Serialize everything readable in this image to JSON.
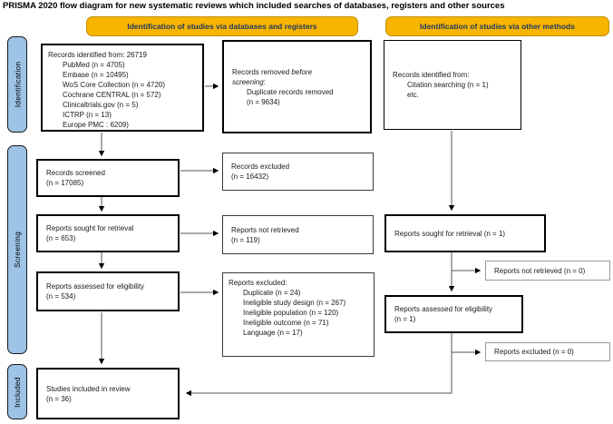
{
  "title": "PRISMA 2020 flow diagram for new systematic reviews which included searches of databases, registers and other sources",
  "headers": {
    "databases": "Identification of studies via databases and registers",
    "other": "Identification of studies via other methods"
  },
  "stages": {
    "identification": "Identification",
    "screening": "Screening",
    "included": "Included"
  },
  "colors": {
    "header_fill": "#F7B500",
    "header_border": "#BF8F00",
    "header_text": "#1F3864",
    "stage_fill": "#9DC3E6",
    "box_border": "#000000",
    "connector": "#555555"
  },
  "boxes": {
    "db_identified": {
      "line0": "Records identified from: 26719",
      "items": [
        "PubMed (n = 4705)",
        "Embase (n = 10495)",
        "WoS Core Collection (n = 4720)",
        "Cochrane CENTRAL (n = 572)",
        "Clinicaltrials.gov (n = 5)",
        "ICTRP (n = 13)",
        "Europe PMC : 6209)"
      ]
    },
    "records_removed": {
      "line1": {
        "normal": "Records removed ",
        "italic": "before"
      },
      "line2": {
        "italic": "screening",
        "normal": ":"
      },
      "items": [
        "Duplicate records removed",
        "(n = 9634)"
      ]
    },
    "records_screened": {
      "line0": "Records screened",
      "line1": "(n = 17085)"
    },
    "records_excluded": {
      "line0": "Records excluded",
      "line1": "(n = 16432)"
    },
    "reports_sought": {
      "line0": "Reports sought for retrieval",
      "line1": "(n = 653)"
    },
    "reports_not_retrieved": {
      "line0": "Reports not retrieved",
      "line1": "(n = 119)"
    },
    "reports_assessed": {
      "line0": "Reports assessed for eligibility",
      "line1": "(n = 534)"
    },
    "reports_excluded_reasons": {
      "line0": "Reports excluded:",
      "items": [
        "Duplicate (n = 24)",
        "Ineligible study design (n = 267)",
        "Ineligible population (n = 120)",
        "Ineligible outcome (n = 71)",
        "Language (n = 17)"
      ]
    },
    "studies_included": {
      "line0": "Studies included in review",
      "line1": "(n = 36)"
    },
    "other_identified": {
      "line0": "Records identified from:",
      "items": [
        "Citation searching (n = 1)",
        "etc."
      ]
    },
    "other_sought": {
      "line0": "Reports sought for retrieval (n = 1)"
    },
    "other_not_retrieved": {
      "line0": "Reports not retrieved (n = 0)"
    },
    "other_assessed": {
      "line0": "Reports assessed for eligibility",
      "line1": "(n = 1)"
    },
    "other_excluded": {
      "line0": "Reports excluded (n = 0)"
    }
  }
}
